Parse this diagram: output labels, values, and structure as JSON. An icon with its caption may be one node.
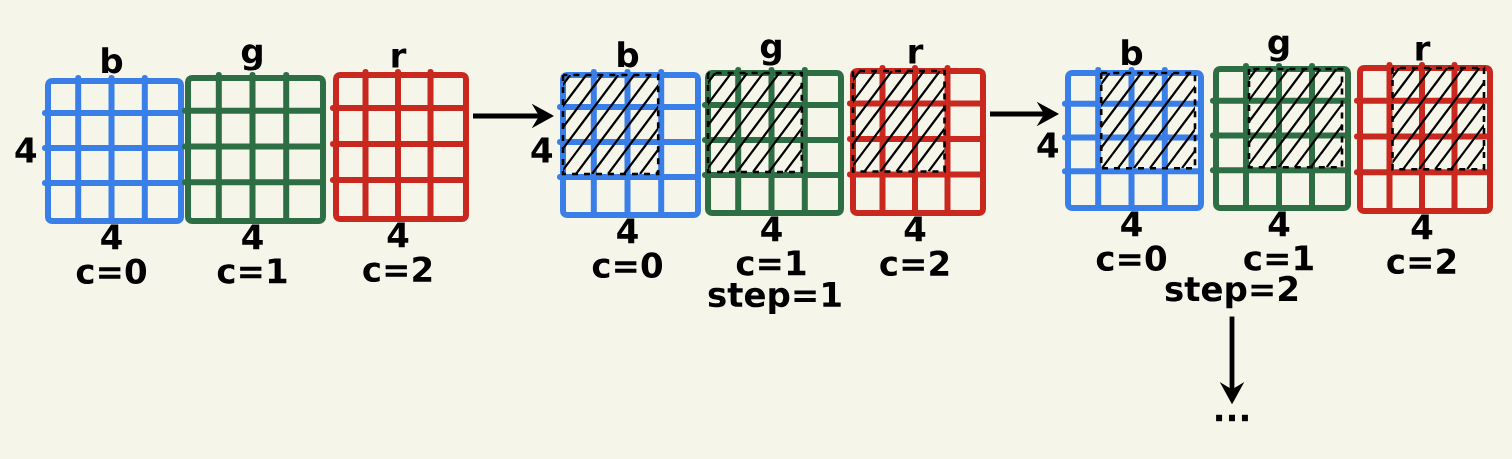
{
  "diagram": {
    "nodes": [
      {
        "text": [
          "b"
        ],
        "beside": [
          "4",
          "c=0"
        ]
      },
      {
        "text": [
          "g"
        ],
        "beside": [
          "4",
          "c=1"
        ]
      },
      {
        "text": [
          "r"
        ],
        "beside": [
          "4",
          "c=2"
        ]
      },
      {
        "text": [
          "b"
        ],
        "beside": [
          "4",
          "c=0"
        ]
      },
      {
        "text": [
          "g"
        ],
        "beside": [
          "4",
          "c=1"
        ]
      },
      {
        "text": [
          "r"
        ],
        "beside": [
          "4",
          "c=2"
        ]
      },
      {
        "text": [
          "b"
        ],
        "beside": [
          "4",
          "c=0"
        ]
      },
      {
        "text": [
          "g"
        ],
        "beside": [
          "4",
          "c=1"
        ]
      },
      {
        "text": [
          "r"
        ],
        "beside": [
          "4",
          "c=2"
        ]
      },
      {
        "text": [
          "step=2"
        ]
      },
      {
        "text": [
          "..."
        ]
      }
    ],
    "edges": [
      {
        "from": 2,
        "to": 3,
        "arrow": "to"
      },
      {
        "from": 5,
        "to": 6,
        "arrow": "to"
      },
      {
        "from": 9,
        "to": 10,
        "arrow": "to"
      }
    ],
    "labels": [
      "4",
      "4",
      "4",
      "step=1"
    ]
  }
}
